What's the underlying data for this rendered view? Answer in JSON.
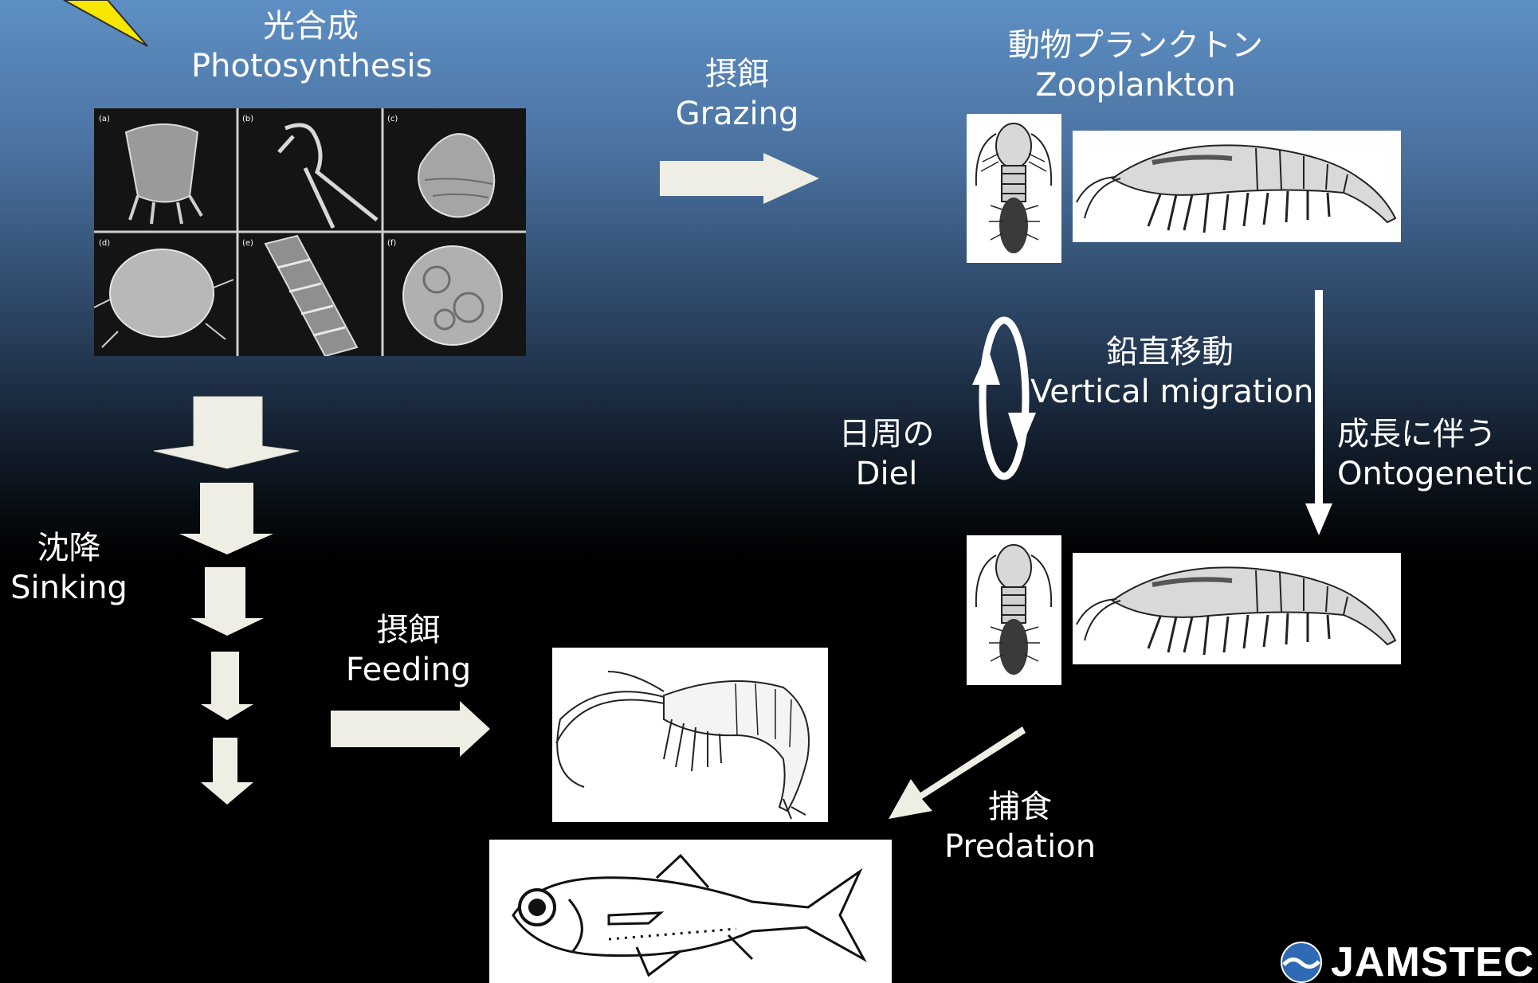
{
  "labels": {
    "photosynthesis": {
      "ja": "光合成",
      "en": "Photosynthesis"
    },
    "grazing": {
      "ja": "摂餌",
      "en": "Grazing"
    },
    "zooplankton": {
      "ja": "動物プランクトン",
      "en": "Zooplankton"
    },
    "vertical_migration": {
      "ja": "鉛直移動",
      "en": "Vertical migration"
    },
    "diel": {
      "ja": "日周の",
      "en": "Diel"
    },
    "ontogenetic": {
      "ja": "成長に伴う",
      "en": "Ontogenetic"
    },
    "sinking": {
      "ja": "沈降",
      "en": "Sinking"
    },
    "feeding": {
      "ja": "摂餌",
      "en": "Feeding"
    },
    "predation": {
      "ja": "捕食",
      "en": "Predation"
    }
  },
  "phyto_panel_tags": [
    "(a)",
    "(b)",
    "(c)",
    "(d)",
    "(e)",
    "(f)"
  ],
  "logo": {
    "text": "JAMSTEC"
  },
  "colors": {
    "arrow_fill": "#efeee4",
    "sky_top": "#5e8fc4",
    "deep": "#000000",
    "text": "#ffffff",
    "sun": "#f7e600"
  }
}
